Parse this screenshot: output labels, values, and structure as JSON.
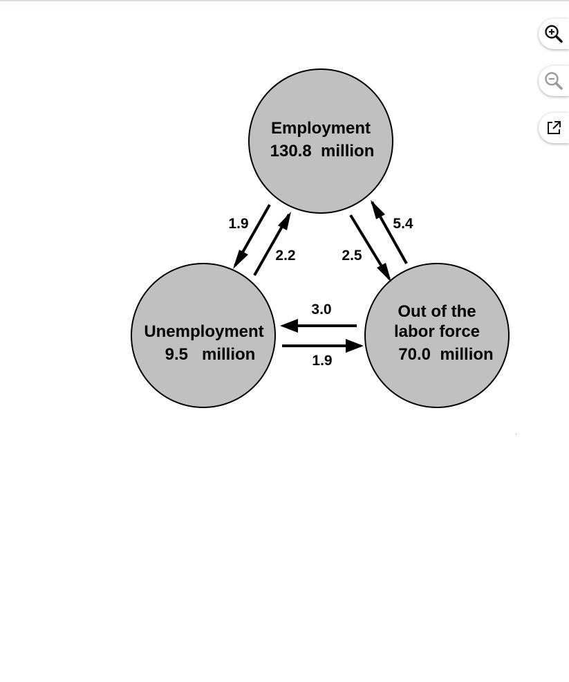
{
  "nodes": {
    "employment": {
      "title": "Employment",
      "value": "130.8  million"
    },
    "unemployment": {
      "title": "Unemployment",
      "value": "9.5   million"
    },
    "out_of_labor_force": {
      "line1": "Out of the",
      "line2": "labor force",
      "value": "70.0  million"
    }
  },
  "flows": {
    "employment_to_unemployment": "1.9",
    "unemployment_to_employment": "2.2",
    "employment_to_out": "2.5",
    "out_to_employment": "5.4",
    "out_to_unemployment": "3.0",
    "unemployment_to_out": "1.9"
  },
  "colors": {
    "node_fill": "#c0c0c0",
    "stroke": "#000000",
    "toolbar_border": "#d7dbe3"
  },
  "toolbar": {
    "zoom_in_icon": "zoom-in-icon",
    "zoom_out_icon": "zoom-out-icon",
    "open_external_icon": "external-link-icon"
  }
}
